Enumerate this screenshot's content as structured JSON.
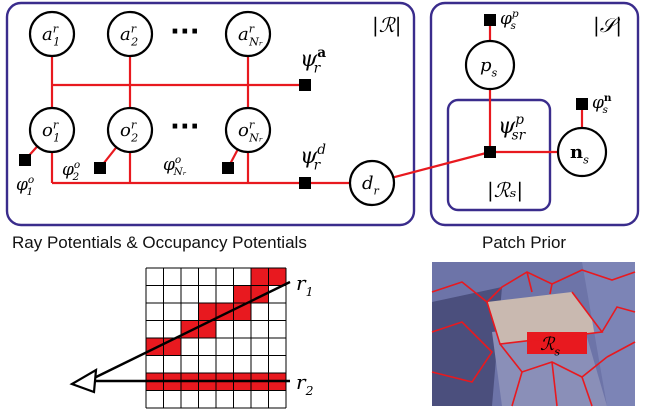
{
  "captions": {
    "left": "Ray Potentials & Occupancy Potentials",
    "right": "Patch Prior"
  },
  "plates": {
    "rays": "|ℛ|",
    "patches": "|𝒮|",
    "patch_inner": "|ℛₛ|"
  },
  "nodes": {
    "a1": {
      "base": "a",
      "sub": "1",
      "sup": "r"
    },
    "a2": {
      "base": "a",
      "sub": "2",
      "sup": "r"
    },
    "aN": {
      "base": "a",
      "sub": "Nᵣ",
      "sup": "r"
    },
    "o1": {
      "base": "o",
      "sub": "1",
      "sup": "r"
    },
    "o2": {
      "base": "o",
      "sub": "2",
      "sup": "r"
    },
    "oN": {
      "base": "o",
      "sub": "Nᵣ",
      "sup": "r"
    },
    "dr": {
      "base": "d",
      "sub": "r",
      "sup": ""
    },
    "ps": {
      "base": "p",
      "sub": "s",
      "sup": ""
    },
    "ns": {
      "base": "n",
      "sub": "s",
      "sup": ""
    }
  },
  "factors": {
    "psi_a": {
      "base": "ψ",
      "sub": "r",
      "sup": "a"
    },
    "psi_d": {
      "base": "ψ",
      "sub": "r",
      "sup": "d"
    },
    "psi_p": {
      "base": "ψ",
      "sub": "sr",
      "sup": "p"
    },
    "phi1": {
      "base": "φ",
      "sub": "1",
      "sup": "o"
    },
    "phi2": {
      "base": "φ",
      "sub": "2",
      "sup": "o"
    },
    "phiN": {
      "base": "φ",
      "sub": "Nᵣ",
      "sup": "o"
    },
    "phip": {
      "base": "φ",
      "sub": "s",
      "sup": "p"
    },
    "phin": {
      "base": "φ",
      "sub": "s",
      "sup": "n"
    }
  },
  "ellipsis": "···",
  "grid": {
    "cols": 8,
    "rows": 8,
    "ray1_cells": [
      [
        6,
        0
      ],
      [
        7,
        0
      ],
      [
        5,
        1
      ],
      [
        6,
        1
      ],
      [
        3,
        2
      ],
      [
        4,
        2
      ],
      [
        5,
        2
      ],
      [
        2,
        3
      ],
      [
        3,
        3
      ],
      [
        0,
        4
      ],
      [
        1,
        4
      ]
    ],
    "ray2_cells": [
      [
        0,
        6
      ],
      [
        1,
        6
      ],
      [
        2,
        6
      ],
      [
        3,
        6
      ],
      [
        4,
        6
      ],
      [
        5,
        6
      ],
      [
        6,
        6
      ],
      [
        7,
        6
      ]
    ],
    "ray1_label": {
      "base": "r",
      "sub": "1"
    },
    "ray2_label": {
      "base": "r",
      "sub": "2"
    }
  },
  "photo": {
    "label": {
      "base": "ℛ",
      "sub": "s"
    }
  },
  "colors": {
    "edge": "#e8191f",
    "plate": "#3a2c8c",
    "cell_fill": "#e8191f",
    "factor": "#000000"
  }
}
